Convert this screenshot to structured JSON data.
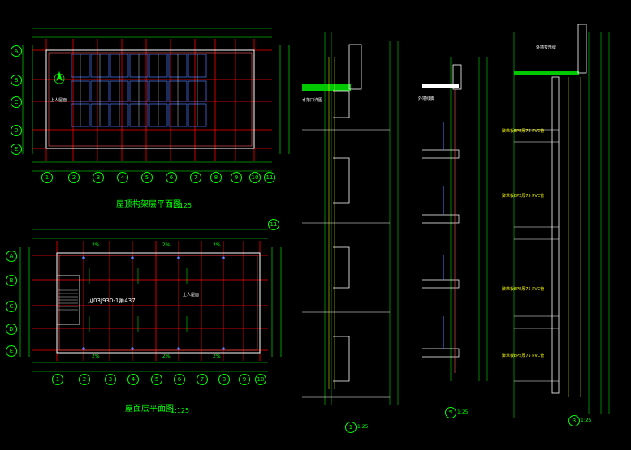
{
  "colors": {
    "background": "#000000",
    "grid": "#ff0000",
    "walls": "#ffffff",
    "dimensions": "#00ff00",
    "annotations": "#ffff00",
    "roof_green": "#00c800",
    "window_blue": "#4f7fff",
    "pipe_cyan": "#00ffff"
  },
  "upper_plan": {
    "title": "屋顶构架层平面图",
    "scale": "1:125",
    "col_labels": [
      "1",
      "2",
      "3",
      "4",
      "5",
      "6",
      "7",
      "8",
      "9",
      "10",
      "11"
    ],
    "row_labels": [
      "A",
      "B",
      "C",
      "D",
      "E"
    ],
    "note": "上人屋面",
    "icon": "north-arrow-icon"
  },
  "lower_plan": {
    "title": "屋面层平面图",
    "scale": "1:125",
    "callout": "见03J930-1第437",
    "col_labels": [
      "1",
      "2",
      "3",
      "4",
      "5",
      "6",
      "7",
      "8",
      "9",
      "10",
      "11"
    ],
    "row_labels": [
      "A",
      "B",
      "C",
      "D",
      "E"
    ],
    "slope_labels": [
      "2%",
      "2%",
      "2%",
      "2%",
      "2%",
      "2%"
    ],
    "note": "上人屋面"
  },
  "sections": [
    {
      "id": "1",
      "scale": "1:25",
      "note": "水落口详图"
    },
    {
      "id": "5",
      "scale": "1:25",
      "note": "外墙线脚"
    },
    {
      "id": "3",
      "scale": "1:25",
      "note": "外墙变形缝"
    }
  ],
  "section3_labels": [
    "聚苯板EPS厚75 PVC管",
    "聚苯板EPS厚75 PVC管",
    "聚苯板EPS厚75 PVC管",
    "聚苯板EPS厚75 PVC管"
  ]
}
